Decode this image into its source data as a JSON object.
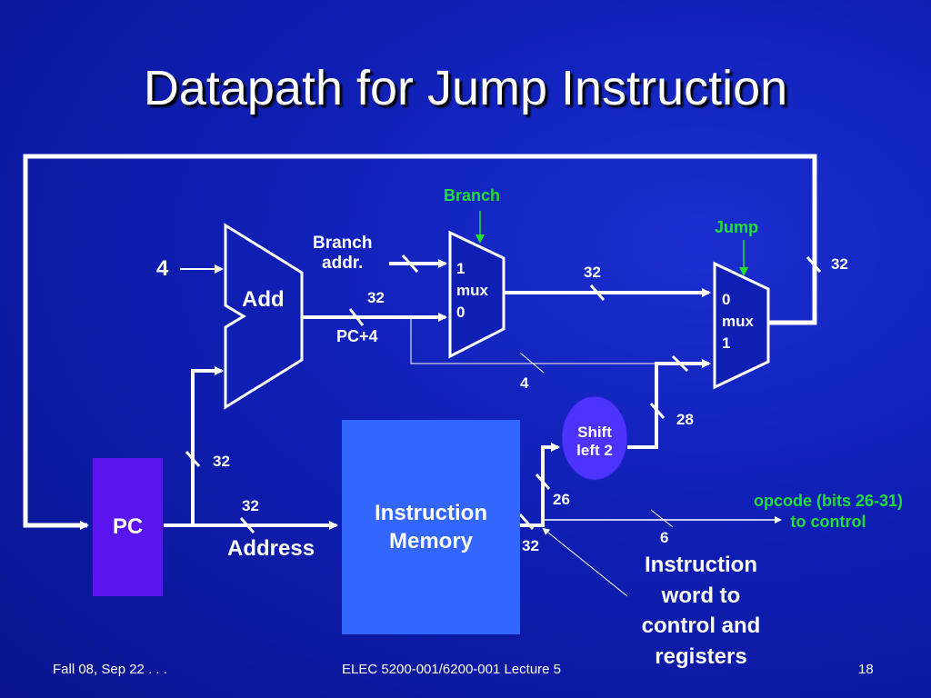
{
  "slide": {
    "title": "Datapath for Jump Instruction"
  },
  "diagram": {
    "const_4": "4",
    "add_label": "Add",
    "branch_control": "Branch",
    "branch_addr": "Branch\naddr.",
    "pc4_label": "PC+4",
    "mux1_label": "1\nmux\n0",
    "jump_control": "Jump",
    "mux2_label": "0\nmux\n1",
    "pc_label": "PC",
    "address_label": "Address",
    "instr_mem_label": "Instruction\nMemory",
    "shift_label": "Shift\nleft 2",
    "opcode_label": "opcode (bits 26-31)\nto control",
    "instr_word_label": "Instruction\nword to\ncontrol and\nregisters",
    "bus_widths": {
      "feedback_32": "32",
      "mux1_out_32": "32",
      "add_out_32": "32",
      "upper_pc_4": "4",
      "shift_out_28": "28",
      "pc_to_add_32": "32",
      "pc_to_mem_32": "32",
      "mem_out_32": "32",
      "jump_field_26": "26",
      "opcode_6": "6"
    },
    "colors": {
      "background": "#0f1fb4",
      "pc_box": "#5a14f0",
      "memory_box": "#3366ff",
      "shift_oval": "#4d33ff",
      "control_green": "#22dd33",
      "wire": "#ffffff"
    }
  },
  "footer": {
    "left": "Fall 08, Sep 22 . . .",
    "center": "ELEC 5200-001/6200-001 Lecture 5",
    "page": "18"
  }
}
